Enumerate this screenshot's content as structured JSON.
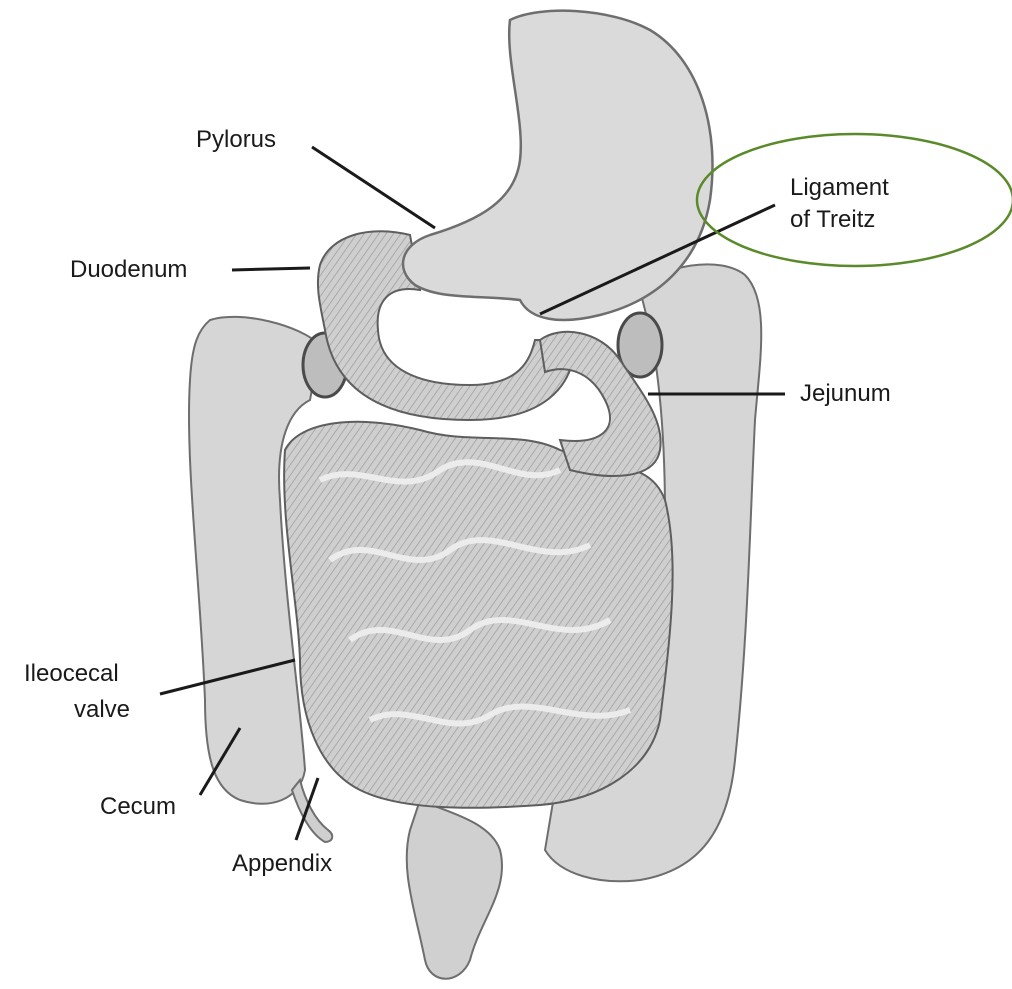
{
  "labels": {
    "pylorus": "Pylorus",
    "duodenum": "Duodenum",
    "ligament_line1": "Ligament",
    "ligament_line2": "of Treitz",
    "jejunum": "Jejunum",
    "ileocecal_line1": "Ileocecal",
    "ileocecal_line2": "valve",
    "cecum": "Cecum",
    "appendix": "Appendix"
  },
  "colors": {
    "tissue_fill": "#d2d2d2",
    "tissue_light": "#e6e6e6",
    "tissue_stroke": "#6e6e6e",
    "leader_line": "#1a1a1a",
    "highlight_ellipse": "#5a8a2a",
    "background": "#ffffff"
  }
}
